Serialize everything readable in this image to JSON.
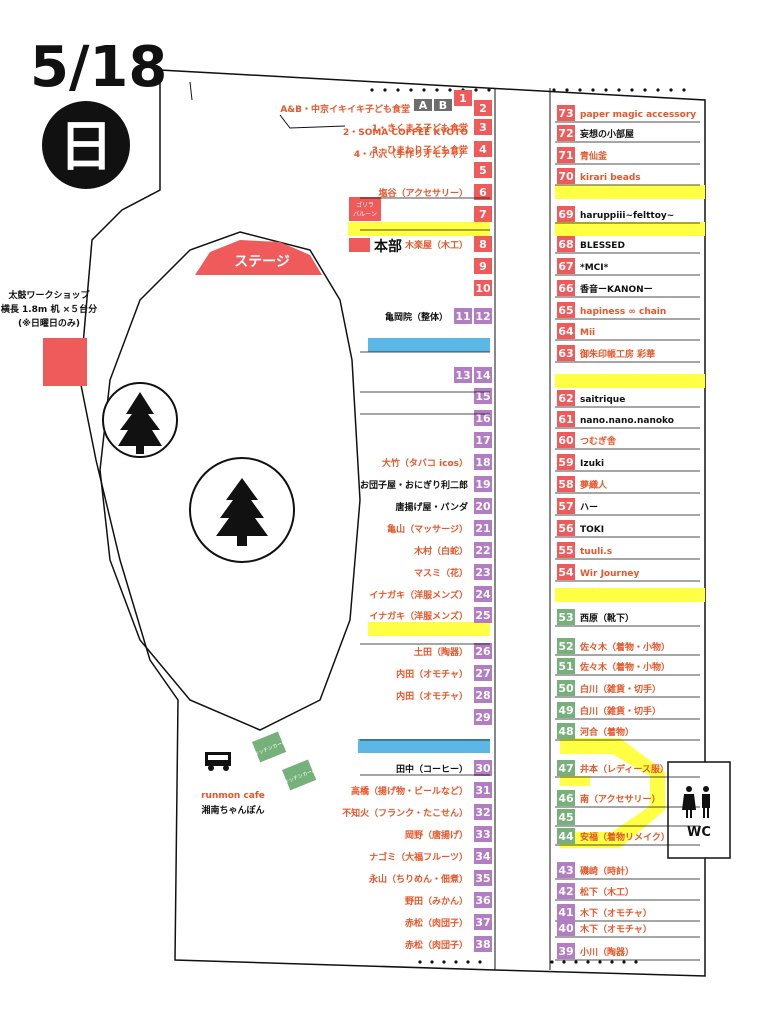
{
  "date": "5/18",
  "day": "日",
  "stage_label": "ステージ",
  "honbu_label": "本部",
  "gorilla_label_1": "ゴリラ",
  "gorilla_label_2": "バルーン",
  "ab_labels": [
    "A",
    "B"
  ],
  "wc_label": "WC",
  "runmon_cafe": "runmon cafe",
  "shonan": "湘南ちゃんぽん",
  "taiko_lines": [
    "太鼓ワークショップ",
    "横長 1.8m 机 ×５台分",
    "(※日曜日のみ)"
  ],
  "kitchen_car_labels": [
    "キッチンカーB",
    "キッチンカーA"
  ],
  "colors": {
    "red": "#ef5a5a",
    "purple": "#b27dc3",
    "green": "#76b07a",
    "yellow": "#ffff44",
    "blue": "#5bb8e6",
    "gray": "#6d6d6d",
    "orange_text": "#e8562a",
    "black_text": "#111111"
  },
  "left_booths": [
    {
      "num": "1",
      "color": "red",
      "label": "",
      "label_color": "orange"
    },
    {
      "num": "2",
      "color": "red",
      "label": "A&B・中京イキイキ子ども食堂",
      "label_color": "orange"
    },
    {
      "num": "3",
      "color": "red",
      "label": "1・きくまる子ども食堂",
      "label_color": "orange"
    },
    {
      "num": "",
      "color": "",
      "label": "2・SOMA COFFEE KYOTO",
      "label_color": "orange"
    },
    {
      "num": "4",
      "color": "red",
      "label": "3・ひまわり子ども食堂",
      "label_color": "orange"
    },
    {
      "num": "",
      "color": "",
      "label": "4・小沢（手作りオモチャ）",
      "label_color": "orange"
    },
    {
      "num": "5",
      "color": "red",
      "label": "",
      "label_color": "orange"
    },
    {
      "num": "6",
      "color": "red",
      "label": "塩谷（アクセサリー）",
      "label_color": "orange"
    },
    {
      "num": "7",
      "color": "red",
      "label": "",
      "label_color": "orange"
    },
    {
      "num": "8",
      "color": "red",
      "label": "木楽屋（木工）",
      "label_color": "orange"
    },
    {
      "num": "9",
      "color": "red",
      "label": "",
      "label_color": "orange"
    },
    {
      "num": "10",
      "color": "red",
      "label": "",
      "label_color": "orange"
    },
    {
      "num": "11",
      "color": "purple",
      "label": "亀岡院（整体）",
      "label_color": "black"
    },
    {
      "num": "12",
      "color": "purple",
      "label": "",
      "label_color": "orange"
    },
    {
      "num": "13",
      "color": "purple",
      "label": "",
      "label_color": "orange"
    },
    {
      "num": "14",
      "color": "purple",
      "label": "",
      "label_color": "orange"
    },
    {
      "num": "15",
      "color": "purple",
      "label": "",
      "label_color": "orange"
    },
    {
      "num": "16",
      "color": "purple",
      "label": "",
      "label_color": "orange"
    },
    {
      "num": "17",
      "color": "purple",
      "label": "",
      "label_color": "orange"
    },
    {
      "num": "18",
      "color": "purple",
      "label": "大竹（タバコ icos）",
      "label_color": "orange"
    },
    {
      "num": "19",
      "color": "purple",
      "label": "お団子屋・おにぎり利二郎",
      "label_color": "black"
    },
    {
      "num": "20",
      "color": "purple",
      "label": "唐揚げ屋・パンダ",
      "label_color": "black"
    },
    {
      "num": "21",
      "color": "purple",
      "label": "亀山（マッサージ）",
      "label_color": "orange"
    },
    {
      "num": "22",
      "color": "purple",
      "label": "木村（白蛇）",
      "label_color": "orange"
    },
    {
      "num": "23",
      "color": "purple",
      "label": "マスミ（花）",
      "label_color": "orange"
    },
    {
      "num": "24",
      "color": "purple",
      "label": "イナガキ（洋服メンズ）",
      "label_color": "orange"
    },
    {
      "num": "25",
      "color": "purple",
      "label": "イナガキ（洋服メンズ）",
      "label_color": "orange"
    },
    {
      "num": "26",
      "color": "purple",
      "label": "土田（陶器）",
      "label_color": "orange"
    },
    {
      "num": "27",
      "color": "purple",
      "label": "内田（オモチャ）",
      "label_color": "orange"
    },
    {
      "num": "28",
      "color": "purple",
      "label": "内田（オモチャ）",
      "label_color": "orange"
    },
    {
      "num": "29",
      "color": "purple",
      "label": "",
      "label_color": "orange"
    },
    {
      "num": "30",
      "color": "purple",
      "label": "田中（コーヒー）",
      "label_color": "black"
    },
    {
      "num": "31",
      "color": "purple",
      "label": "高橋（揚げ物・ビールなど）",
      "label_color": "orange"
    },
    {
      "num": "32",
      "color": "purple",
      "label": "不知火（フランク・たこせん）",
      "label_color": "orange"
    },
    {
      "num": "33",
      "color": "purple",
      "label": "岡野（唐揚げ）",
      "label_color": "orange"
    },
    {
      "num": "34",
      "color": "purple",
      "label": "ナゴミ（大福フルーツ）",
      "label_color": "orange"
    },
    {
      "num": "35",
      "color": "purple",
      "label": "永山（ちりめん・佃煮）",
      "label_color": "orange"
    },
    {
      "num": "36",
      "color": "purple",
      "label": "野田（みかん）",
      "label_color": "orange"
    },
    {
      "num": "37",
      "color": "purple",
      "label": "赤松（肉団子）",
      "label_color": "orange"
    },
    {
      "num": "38",
      "color": "purple",
      "label": "赤松（肉団子）",
      "label_color": "orange"
    }
  ],
  "right_booths": [
    {
      "num": "73",
      "color": "red",
      "label": "paper magic accessory",
      "label_color": "orange"
    },
    {
      "num": "72",
      "color": "red",
      "label": "妄想の小部屋",
      "label_color": "black"
    },
    {
      "num": "71",
      "color": "red",
      "label": "青仙釜",
      "label_color": "orange"
    },
    {
      "num": "70",
      "color": "red",
      "label": "kirari beads",
      "label_color": "orange"
    },
    {
      "num": "69",
      "color": "red",
      "label": "haruppiii~felttoy~",
      "label_color": "black"
    },
    {
      "num": "68",
      "color": "red",
      "label": "BLESSED",
      "label_color": "black"
    },
    {
      "num": "67",
      "color": "red",
      "label": "*MCI*",
      "label_color": "black"
    },
    {
      "num": "66",
      "color": "red",
      "label": "香音ーKANONー",
      "label_color": "black"
    },
    {
      "num": "65",
      "color": "red",
      "label": "hapiness ∞ chain",
      "label_color": "orange"
    },
    {
      "num": "64",
      "color": "red",
      "label": "Mii",
      "label_color": "orange"
    },
    {
      "num": "63",
      "color": "red",
      "label": "御朱印帳工房 彩華",
      "label_color": "orange"
    },
    {
      "num": "62",
      "color": "red",
      "label": "saitrique",
      "label_color": "black"
    },
    {
      "num": "61",
      "color": "red",
      "label": "nano.nano.nanoko",
      "label_color": "black"
    },
    {
      "num": "60",
      "color": "red",
      "label": "つむぎ舎",
      "label_color": "orange"
    },
    {
      "num": "59",
      "color": "red",
      "label": "Izuki",
      "label_color": "black"
    },
    {
      "num": "58",
      "color": "red",
      "label": "夢織人",
      "label_color": "orange"
    },
    {
      "num": "57",
      "color": "red",
      "label": "ハー",
      "label_color": "black"
    },
    {
      "num": "56",
      "color": "red",
      "label": "TOKI",
      "label_color": "black"
    },
    {
      "num": "55",
      "color": "red",
      "label": "tuuli.s",
      "label_color": "orange"
    },
    {
      "num": "54",
      "color": "red",
      "label": "Wir Journey",
      "label_color": "orange"
    },
    {
      "num": "53",
      "color": "green",
      "label": "西原（靴下）",
      "label_color": "black"
    },
    {
      "num": "52",
      "color": "green",
      "label": "佐々木（着物・小物）",
      "label_color": "orange"
    },
    {
      "num": "51",
      "color": "green",
      "label": "佐々木（着物・小物）",
      "label_color": "orange"
    },
    {
      "num": "50",
      "color": "green",
      "label": "白川（雑貨・切手）",
      "label_color": "orange"
    },
    {
      "num": "49",
      "color": "green",
      "label": "白川（雑貨・切手）",
      "label_color": "orange"
    },
    {
      "num": "48",
      "color": "green",
      "label": "河合（着物）",
      "label_color": "orange"
    },
    {
      "num": "47",
      "color": "green",
      "label": "井本（レディース服）",
      "label_color": "orange"
    },
    {
      "num": "46",
      "color": "green",
      "label": "南（アクセサリー）",
      "label_color": "orange"
    },
    {
      "num": "45",
      "color": "green",
      "label": "",
      "label_color": "orange"
    },
    {
      "num": "44",
      "color": "green",
      "label": "安福（着物リメイク）",
      "label_color": "orange"
    },
    {
      "num": "43",
      "color": "purple",
      "label": "磯崎（時計）",
      "label_color": "orange"
    },
    {
      "num": "42",
      "color": "purple",
      "label": "松下（木工）",
      "label_color": "orange"
    },
    {
      "num": "41",
      "color": "purple",
      "label": "木下（オモチャ）",
      "label_color": "orange"
    },
    {
      "num": "40",
      "color": "purple",
      "label": "木下（オモチャ）",
      "label_color": "orange"
    },
    {
      "num": "39",
      "color": "purple",
      "label": "小川（陶器）",
      "label_color": "orange"
    }
  ]
}
